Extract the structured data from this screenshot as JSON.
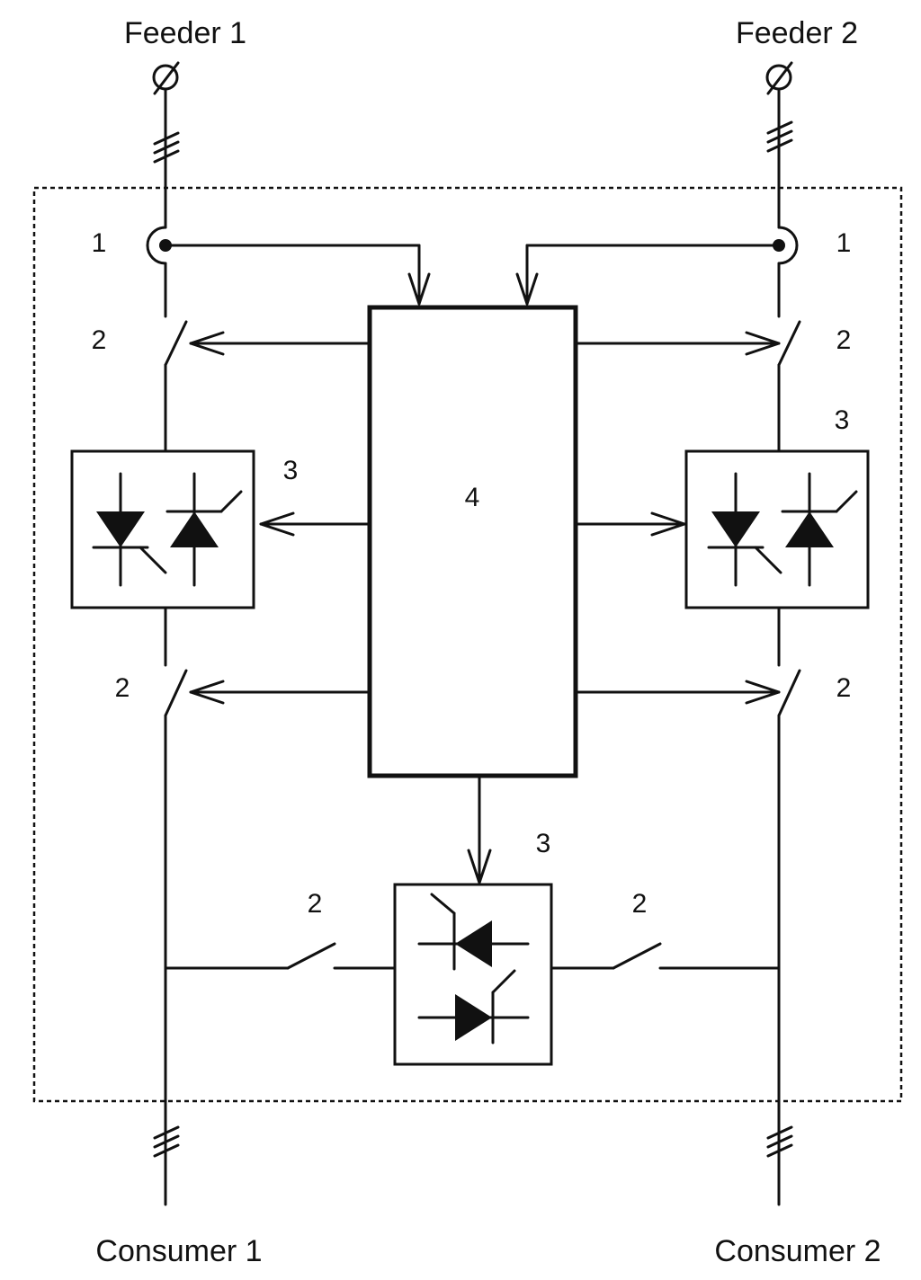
{
  "labels": {
    "feeder_1": "Feeder 1",
    "feeder_2": "Feeder 2",
    "consumer_1": "Consumer 1",
    "consumer_2": "Consumer 2",
    "sensor_left": "1",
    "sensor_right": "1",
    "switch_upper_left": "2",
    "switch_upper_right": "2",
    "switch_lower_left": "2",
    "switch_lower_right": "2",
    "switch_bottom_left": "2",
    "switch_bottom_right": "2",
    "thyristor_left": "3",
    "thyristor_right": "3",
    "thyristor_bottom": "3",
    "control_unit": "4"
  },
  "colors": {
    "ink": "#111111",
    "background": "#ffffff"
  },
  "icons": {
    "terminal": "terminal-circle-slash-icon",
    "three_phase": "three-phase-slash-icon",
    "current_sensor": "current-transformer-icon",
    "switch": "switch-contact-icon",
    "thyristor": "thyristor-icon"
  }
}
